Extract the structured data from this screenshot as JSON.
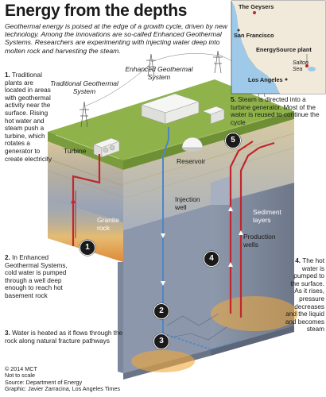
{
  "title": "Energy from the depths",
  "intro": "Geothermal energy is poised at the edge of a growth cycle, driven by new technology. Among the innovations are so-called Enhanced Geothermal Systems. Researchers are experimenting with injecting water deep into molten rock and harvesting the steam.",
  "map": {
    "labels": {
      "geysers": "The Geysers",
      "sf": "San Francisco",
      "energysource": "EnergySource plant",
      "salton": "Salton Sea",
      "la": "Los Angeles"
    }
  },
  "systems": {
    "traditional": "Traditional Geothermal System",
    "enhanced": "Enhanced Geothermal System"
  },
  "labels": {
    "turbine": "Turbine",
    "reservoir": "Reservoir",
    "injection_well": "Injection well",
    "granite_left": "Granite rock",
    "sediment": "Sediment layers",
    "production_wells": "Production wells",
    "granite_right": "Granite rock"
  },
  "steps": [
    {
      "num": "1",
      "lead": "1.",
      "text": "Traditional plants are located in areas with geothermal activity near the surface. Rising hot water and steam push a turbine, which rotates a generator to create electricity"
    },
    {
      "num": "2",
      "lead": "2.",
      "text": "In Enhanced Geothermal Systems, cold water is pumped through a well deep enough to reach hot basement rock"
    },
    {
      "num": "3",
      "lead": "3.",
      "text": "Water is heated as it flows through the rock along natural fracture pathways"
    },
    {
      "num": "4",
      "lead": "4.",
      "text": "The hot water is pumped to the surface. As it rises, pressure decreases and the liquid and becomes steam"
    },
    {
      "num": "5",
      "lead": "5.",
      "text": "Steam is directed into a turbine generator. Most of the water is reused to continue the cycle"
    }
  ],
  "credits": {
    "copyright": "© 2014 MCT",
    "scale": "Not to scale",
    "source": "Source: Department of Energy",
    "graphic": "Graphic: Javier Zarracina, Los Angeles Times"
  },
  "colors": {
    "grass": "#8fb34a",
    "earth": "#c9b98e",
    "granite": "#8a8f99",
    "hot": "#f2a93b",
    "hotpipe": "#c0262c",
    "coldpipe": "#4e86c4",
    "ocean": "#9fc9e8",
    "land": "#f1eadb"
  }
}
